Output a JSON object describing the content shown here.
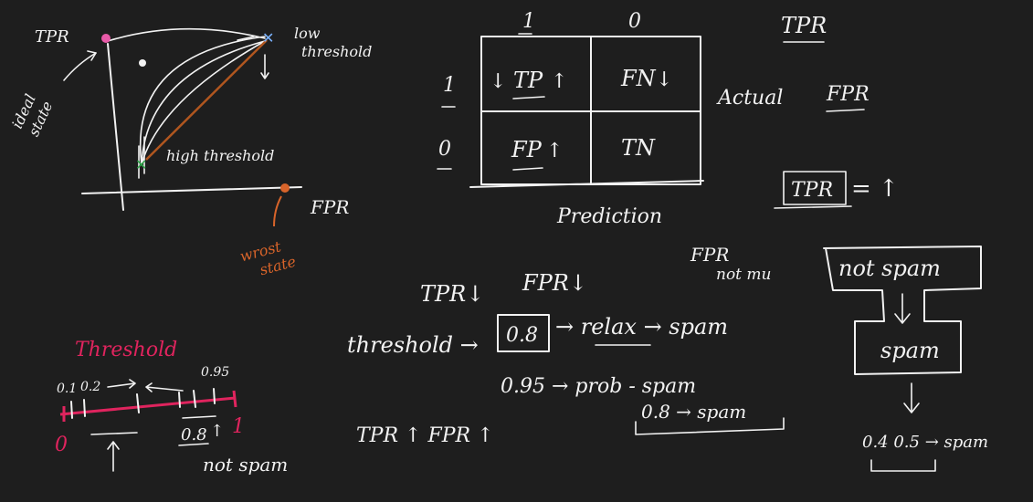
{
  "roc": {
    "y_axis_label": "TPR",
    "x_axis_label": "FPR",
    "ideal_label": [
      "ideal",
      "state"
    ],
    "worst_label": [
      "wrost",
      "state"
    ],
    "low_threshold_label": [
      "low",
      "threshold"
    ],
    "high_threshold_label": "high threshold",
    "colors": {
      "ideal_point": "#e85aa8",
      "low_point": "#7bb3ff",
      "high_point": "#2fa64a",
      "worst_point": "#d8642a",
      "worst_text": "#d8642a"
    }
  },
  "matrix": {
    "col_headers": [
      "1",
      "0"
    ],
    "row_headers": [
      "1",
      "0"
    ],
    "cells": [
      [
        "TP",
        "FN"
      ],
      [
        "FP",
        "TN"
      ]
    ],
    "row_axis_label": "Actual",
    "col_axis_label": "Prediction"
  },
  "top_right": {
    "tpr": "TPR",
    "fpr": "FPR",
    "boxed_tpr": "TPR",
    "equals_up": "= ↑"
  },
  "threshold_line": {
    "title": "Threshold",
    "tick_labels": [
      "0.1",
      "0.2",
      "0.95",
      "0.8"
    ],
    "end_left": "0",
    "end_right": "1",
    "below_label": "not spam",
    "colors": {
      "line": "#e0245e",
      "title": "#e0245e"
    }
  },
  "middle": {
    "tpr_down": "TPR↓",
    "fpr_down": "FPR↓",
    "fpr_not_mu": [
      "FPR",
      "not mu"
    ],
    "threshold_word": "threshold →",
    "boxed_value": "0.8",
    "relax": "→ relax → spam",
    "prob_line": "0.95 → prob - spam",
    "spam_line": "0.8 → spam",
    "tpr_fpr_up": "TPR ↑ FPR ↑"
  },
  "flow": {
    "top": "not spam",
    "bottom": "spam",
    "values": "0.4  0.5 → spam"
  }
}
